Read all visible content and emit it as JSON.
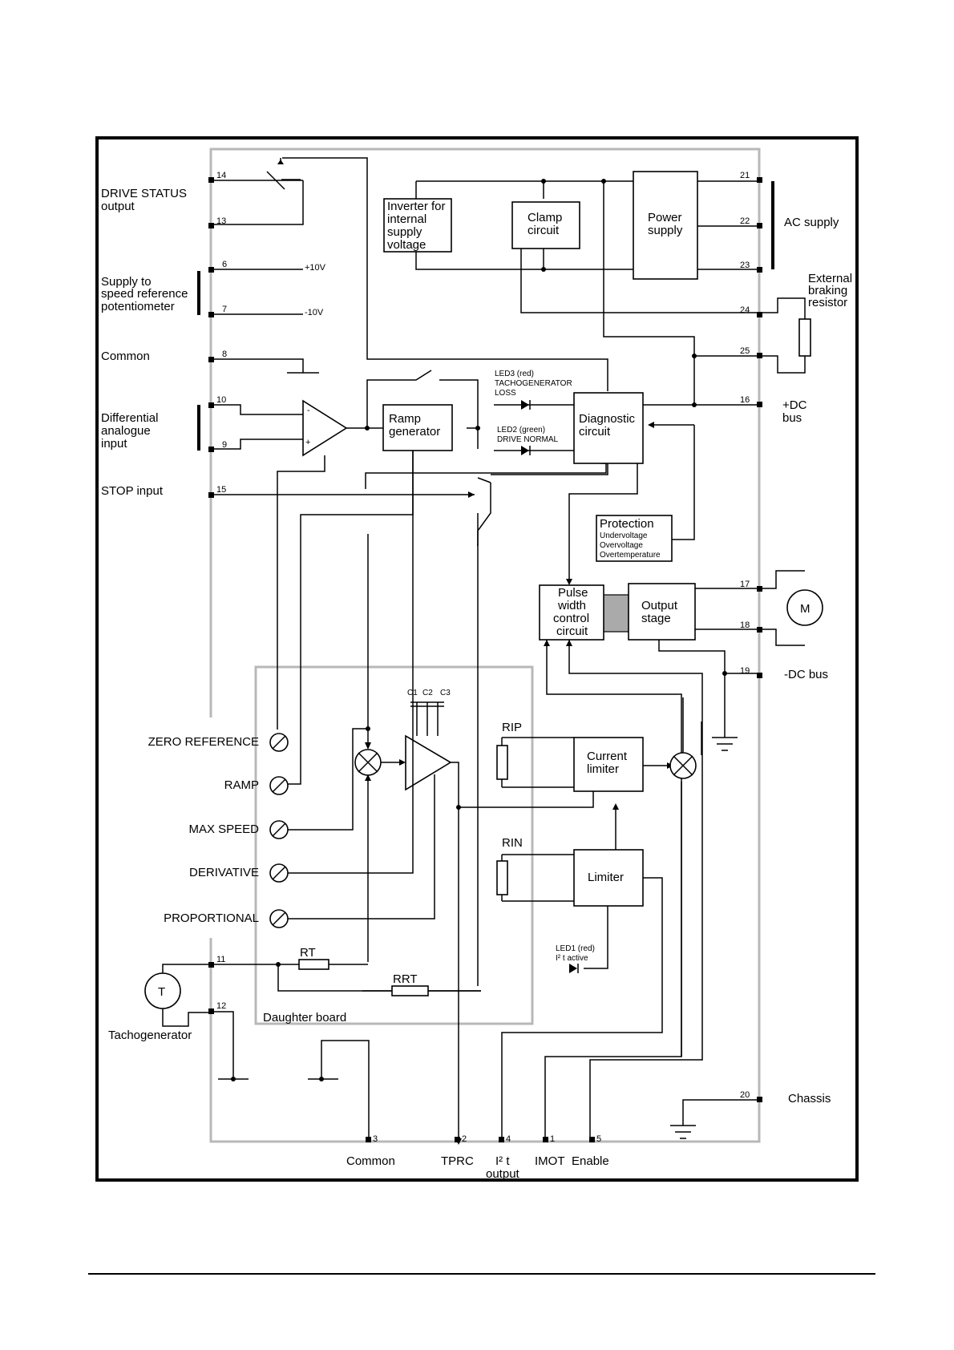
{
  "diagram": {
    "left_labels": {
      "drive_status": [
        "DRIVE STATUS",
        "output"
      ],
      "supply_ref": [
        "Supply to",
        "speed reference",
        "potentiometer"
      ],
      "common": "Common",
      "diff_input": [
        "Differential",
        "analogue",
        "input"
      ],
      "stop_input": "STOP input"
    },
    "terminals": {
      "t14": "14",
      "t13": "13",
      "t6": "6",
      "t7": "7",
      "t8": "8",
      "t10": "10",
      "t9": "9",
      "t15": "15",
      "t11": "11",
      "t12": "12",
      "t21": "21",
      "t22": "22",
      "t23": "23",
      "t24": "24",
      "t25": "25",
      "t16": "16",
      "t17": "17",
      "t18": "18",
      "t19": "19",
      "t20": "20",
      "b3": "3",
      "b2": "2",
      "b4": "4",
      "b1": "1",
      "b5": "5"
    },
    "supply_values": {
      "plus10": "+10V",
      "minus10": "-10V"
    },
    "blocks": {
      "inverter": [
        "Inverter for",
        "internal",
        "supply",
        "voltage"
      ],
      "clamp": [
        "Clamp",
        "circuit"
      ],
      "power": [
        "Power",
        "supply"
      ],
      "ramp": [
        "Ramp",
        "generator"
      ],
      "diagnostic": [
        "Diagnostic",
        "circuit"
      ],
      "protection_title": "Protection",
      "protection_items": [
        "Undervoltage",
        "Overvoltage",
        "Overtemperature"
      ],
      "pwm": [
        "Pulse",
        "width",
        "control",
        "circuit"
      ],
      "output": [
        "Output",
        "stage"
      ],
      "current_limiter": [
        "Current",
        "limiter"
      ],
      "limiter": "Limiter"
    },
    "leds": {
      "led3": [
        "LED3 (red)",
        "TACHOGENERATOR",
        "LOSS"
      ],
      "led2": [
        "LED2 (green)",
        "DRIVE NORMAL"
      ],
      "led1": [
        "LED1 (red)",
        "I² t active"
      ]
    },
    "right_labels": {
      "ac_supply": "AC supply",
      "braking": [
        "External",
        "braking",
        "resistor"
      ],
      "dc_plus": [
        "+DC",
        "bus"
      ],
      "dc_minus": "-DC bus",
      "chassis": "Chassis",
      "motor": "M"
    },
    "pots": {
      "zero_ref": "ZERO REFERENCE",
      "ramp": "RAMP",
      "max_speed": "MAX SPEED",
      "derivative": "DERIVATIVE",
      "proportional": "PROPORTIONAL"
    },
    "daughter": {
      "title": "Daughter board",
      "caps": [
        "C1",
        "C2",
        "C3"
      ],
      "rip": "RIP",
      "rin": "RIN",
      "rt": "RT",
      "rrt": "RRT"
    },
    "tacho": {
      "symbol": "T",
      "label": "Tachogenerator"
    },
    "bottom_labels": {
      "common": "Common",
      "tprc": "TPRC",
      "i2t": "I² t",
      "i2t_sub": "output",
      "imot": "IMOT",
      "enable": "Enable"
    }
  }
}
